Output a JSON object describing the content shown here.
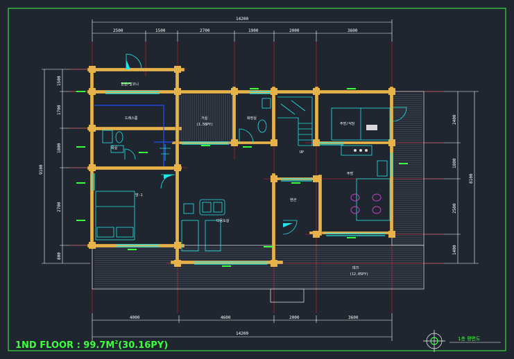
{
  "colors": {
    "background": "#1f2630",
    "border": "#3dff3d",
    "dimension": "#ffffff",
    "wall": "#e8b24a",
    "window": "#20e8e8",
    "axis": "#e02020",
    "furniture": "#20e8e8",
    "roof": "#d8d8d8",
    "label": "#3dff3d",
    "accent": "#c040c0",
    "blue": "#2050ff"
  },
  "dimensions": {
    "top_total": "14200",
    "top_segments": [
      "2500",
      "1500",
      "2700",
      "1900",
      "2000",
      "3600"
    ],
    "bottom_total": "14200",
    "bottom_segments": [
      "4000",
      "4600",
      "2000",
      "3600"
    ],
    "left_total": "9100",
    "left_segments": [
      "1500",
      "1700",
      "1800",
      "2700",
      "800"
    ],
    "right_total": "8100",
    "right_segments": [
      "2400",
      "1800",
      "2500",
      "1400"
    ]
  },
  "rooms": {
    "room_a": "드레스룸",
    "room_b": "욕실",
    "room_c": "방-1",
    "room_d": "거실",
    "room_d_area": "(1.58PY)",
    "room_e": "화장실",
    "room_f": "주방/식당",
    "room_g": "현관",
    "room_h": "다용도실",
    "room_i": "데크",
    "room_i_area": "(12.05PY)",
    "room_j": "주방",
    "up_label": "UP",
    "room_k": "침실/발코니"
  },
  "title": {
    "floor_label": "1ND FLOOR : 99.7M",
    "floor_sup": "2",
    "floor_py": "(30.16PY)",
    "plan_label": "1층 평면도"
  }
}
